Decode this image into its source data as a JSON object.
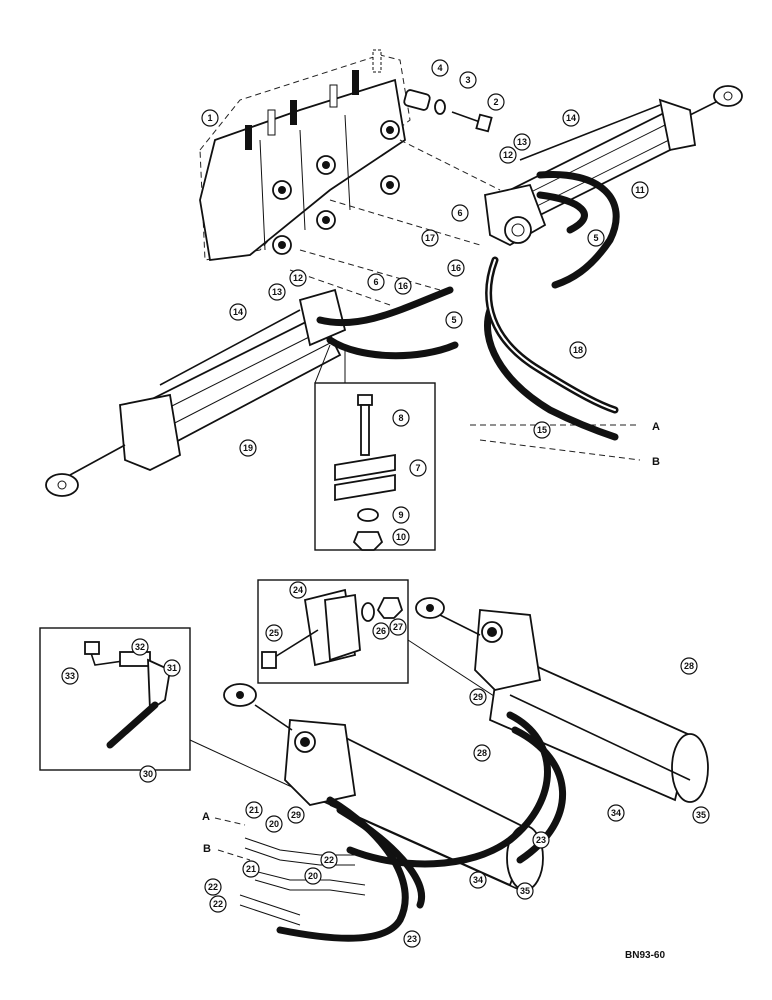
{
  "diagram": {
    "code": "BN93-60",
    "letters": {
      "a": "A",
      "b": "B"
    },
    "callouts": [
      "1",
      "2",
      "3",
      "4",
      "5",
      "6",
      "7",
      "8",
      "9",
      "10",
      "11",
      "12",
      "13",
      "14",
      "15",
      "16",
      "17",
      "18",
      "19",
      "20",
      "21",
      "22",
      "23",
      "24",
      "25",
      "26",
      "27",
      "28",
      "29",
      "30",
      "31",
      "32",
      "33",
      "34",
      "35"
    ]
  }
}
